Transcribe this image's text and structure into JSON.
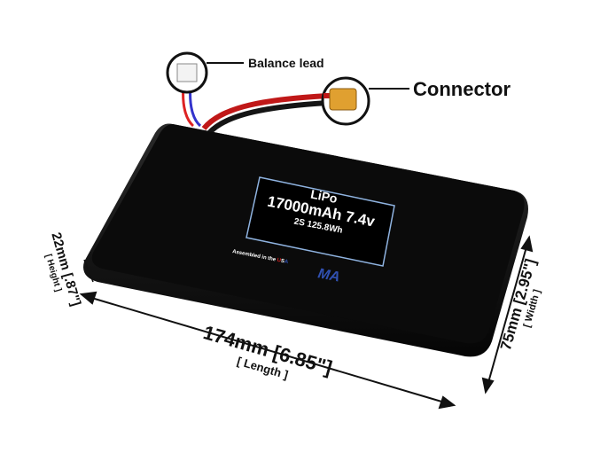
{
  "callouts": {
    "balance_lead": "Balance lead",
    "connector": "Connector"
  },
  "label": {
    "chemistry": "LiPo",
    "capacity_voltage": "17000mAh 7.4v",
    "config_energy": "2S 125.8Wh",
    "assembled": "Assembled in the ",
    "usa_u": "U",
    "usa_s": "S",
    "usa_a": "A",
    "logo_text": "MA"
  },
  "dimensions": {
    "length": "174mm [6.85\"]",
    "length_caption": "[ Length ]",
    "width": "75mm [2.95\"]",
    "width_caption": "[ Width ]",
    "height": "22mm [.87\"]",
    "height_caption": "[ Height ]"
  },
  "colors": {
    "battery": "#0b0b0b",
    "label_border": "#8fb3e0",
    "connector": "#e0a030",
    "usa_red": "#d52020",
    "usa_blue": "#3050b0"
  }
}
